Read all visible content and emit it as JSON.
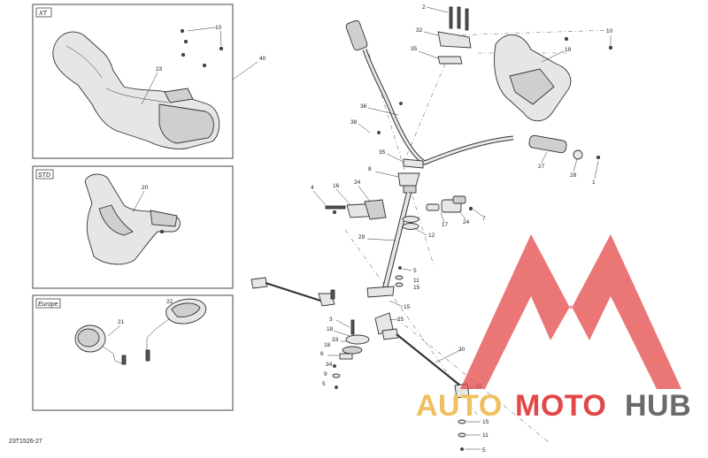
{
  "diagram": {
    "variant_tags": {
      "xt": "XT",
      "std": "STD",
      "europe": "Europe"
    },
    "callouts": {
      "c1": "1",
      "c2": "2",
      "c3": "3",
      "c4": "4",
      "c5a": "5",
      "c5b": "5",
      "c5c": "5",
      "c6": "6",
      "c7": "7",
      "c8": "8",
      "c9": "9",
      "c10a": "10",
      "c10b": "10",
      "c11a": "11",
      "c11b": "11",
      "c12": "12",
      "c15a": "15",
      "c15b": "15",
      "c15c": "15",
      "c16": "16",
      "c17": "17",
      "c18a": "18",
      "c18b": "18",
      "c19": "19",
      "c20": "20",
      "c21": "21",
      "c22": "22",
      "c23": "23",
      "c24a": "24",
      "c24b": "24",
      "c25": "25",
      "c27": "27",
      "c28": "28",
      "c29": "29",
      "c30": "30",
      "c32": "32",
      "c33": "33",
      "c34": "34",
      "c35a": "35",
      "c35b": "35",
      "c36": "36",
      "c37": "37",
      "c38": "38",
      "c40": "40"
    },
    "reference_code": "23T1526-27"
  },
  "watermark": {
    "part1": "AUTO",
    "part2": "MOTO",
    "part3": "HUB",
    "color1": "#f0c060",
    "color2": "#e34848",
    "color3": "#6a6a6a"
  }
}
